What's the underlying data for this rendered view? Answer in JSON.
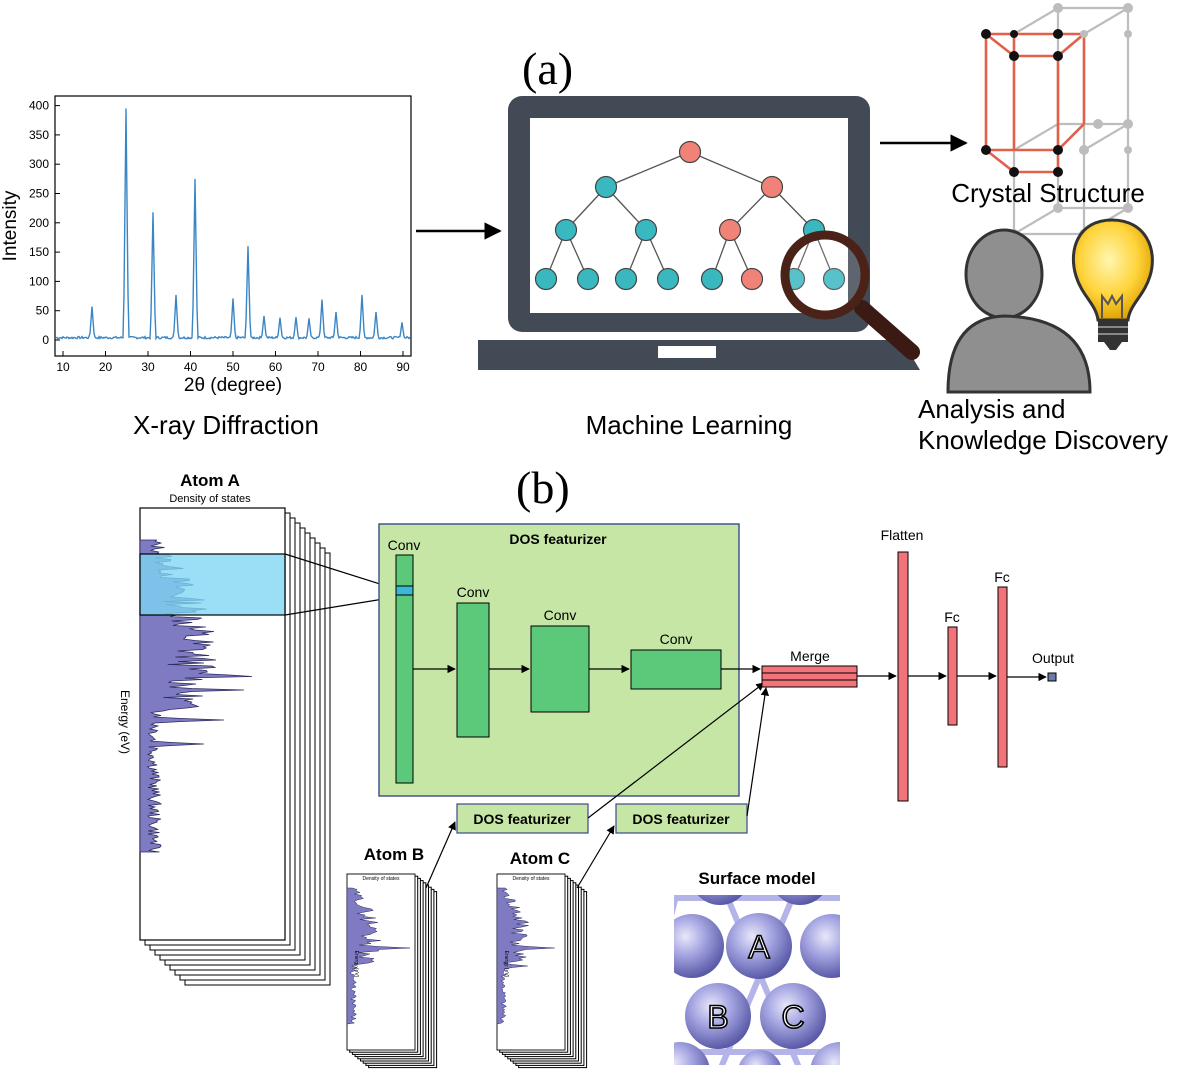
{
  "panel_a": {
    "label": "(a)",
    "xrd": {
      "caption": "X-ray Diffraction",
      "ylabel": "Intensity",
      "xlabel": "2θ (degree)",
      "x_ticks": [
        "10",
        "20",
        "30",
        "40",
        "50",
        "60",
        "70",
        "80",
        "90"
      ],
      "y_ticks": [
        "0",
        "50",
        "100",
        "150",
        "200",
        "250",
        "300",
        "350",
        "400"
      ]
    },
    "ml_caption": "Machine Learning",
    "crystal_caption": "Crystal Structure",
    "analysis_line1": "Analysis and",
    "analysis_line2": "Knowledge Discovery"
  },
  "panel_b": {
    "label": "(b)",
    "atom_a_title": "Atom A",
    "atom_a_subtitle": "Density of states",
    "energy_label": "Energy (eV)",
    "atom_b": "Atom B",
    "atom_c": "Atom C",
    "small_dos_title": "Density of states",
    "small_energy_label": "Energy (eV)",
    "featurizer_title": "DOS featurizer",
    "conv1": "Conv",
    "conv2": "Conv",
    "conv3": "Conv",
    "conv4": "Conv",
    "featurizer_b": "DOS featurizer",
    "featurizer_c": "DOS featurizer",
    "merge": "Merge",
    "flatten": "Flatten",
    "fc1": "Fc",
    "fc2": "Fc",
    "output": "Output",
    "surface_title": "Surface model",
    "site_a": "A",
    "site_b": "B",
    "site_c": "C"
  },
  "colors": {
    "xrd_line": "#3a86c4",
    "laptop": "#424a56",
    "node_red": "#f08277",
    "node_teal": "#3ab8c0",
    "crystal_red": "#e0604a",
    "featurizer_fill": "#c6e6a6",
    "conv_fill": "#5cc87a",
    "fc_fill": "#f2747a",
    "dos_fill": "#7f7bc2",
    "highlight": "#7ed6f4",
    "sphere": "#a6a6e2"
  }
}
